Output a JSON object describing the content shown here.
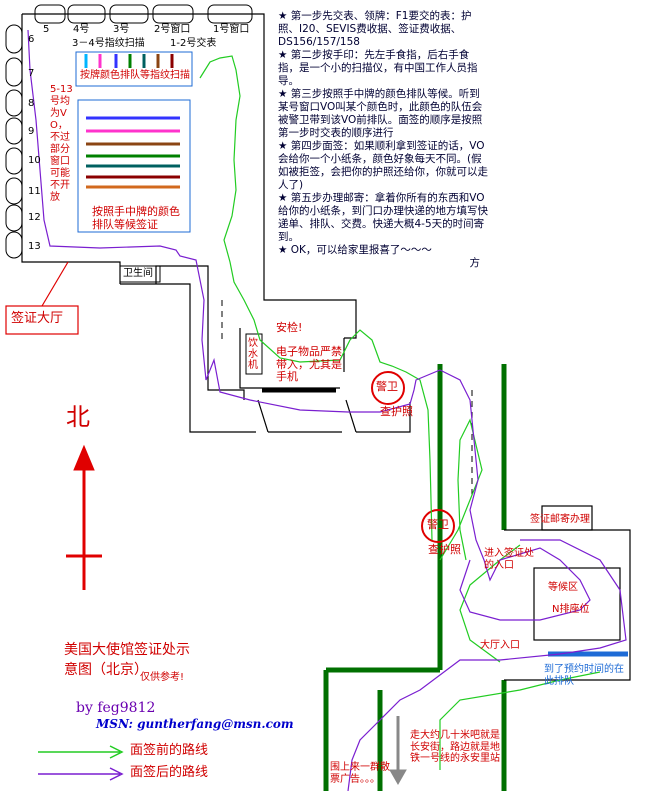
{
  "windows": {
    "w5": "5",
    "w4": "4号",
    "w3": "3号",
    "w2": "2号窗口",
    "w1": "1号窗口",
    "w34_label": "3－4号指纹扫描",
    "w12_label": "1-2号交表"
  },
  "side_numbers": [
    "6",
    "7",
    "8",
    "9",
    "10",
    "11",
    "12",
    "13"
  ],
  "vo_note": "5-13号均为VO，不过部分窗口可能不开放",
  "fingerprint_queue": "按牌颜色排队等指纹扫描",
  "visa_queue": "按照手中牌的颜色排队等候签证",
  "hall_label": "签证大厅",
  "restroom": "卫生间",
  "water_machine": "饮水机",
  "security_check": "安检!",
  "electronics_note": "电子物品严禁带入，尤其是手机",
  "guard1": "警卫",
  "check_passport1": "查护照",
  "guard2": "警卫",
  "check_passport2": "查护照",
  "north": "北",
  "post_office": "签证邮寄办理",
  "enter_visa_entrance": "进入签证处的入口",
  "waiting_area": "等候区",
  "row_seats": "N排座位",
  "lobby_entrance": "大厅入口",
  "queue_at_time": "到了预约时间的在此排队",
  "title_line1": "美国大使馆签证处示",
  "title_line2": "意图（北京）",
  "ref_only": "仅供参考!",
  "author": "by feg9812",
  "msn": "MSN: guntherfang@msn.com",
  "legend_before": "面签前的路线",
  "legend_after": "面签后的路线",
  "bottom_crowd": "围上来一群散票广告。。。",
  "walk_note": "走大约几十米吧就是长安街，路边就是地铁一号线的永安里站",
  "notes": [
    "★ 第一步先交表、领牌：F1要交的表：护照、I20、SEVIS费收据、签证费收据、DS156/157/158",
    "★ 第二步按手印：先左手食指，后右手食指，是一个小的扫描仪，有中国工作人员指导。",
    "★ 第三步按照手中牌的颜色排队等候。听到某号窗口VO叫某个颜色时，此颜色的队伍会被警卫带到该VO前排队。面签的顺序是按照第一步时交表的顺序进行",
    "★ 第四步面签：如果顺利拿到签证的话，VO会给你一个小纸条，颜色好象每天不同。(假如被拒签，会把你的护照还给你，你就可以走人了)",
    "★ 第五步办理邮寄：拿着你所有的东西和VO给你的小纸条，到门口办理快递的地方填写快递单、排队、交费。快递大概4-5天的时间寄到。",
    "★ OK，可以给家里报喜了～～～",
    "方"
  ],
  "colors": {
    "green_route": "#22cc22",
    "purple_route": "#7a1fd0",
    "wall": "#000000",
    "dark_green_wall": "#007000",
    "red": "#e00000",
    "blue": "#1e6bd6"
  }
}
